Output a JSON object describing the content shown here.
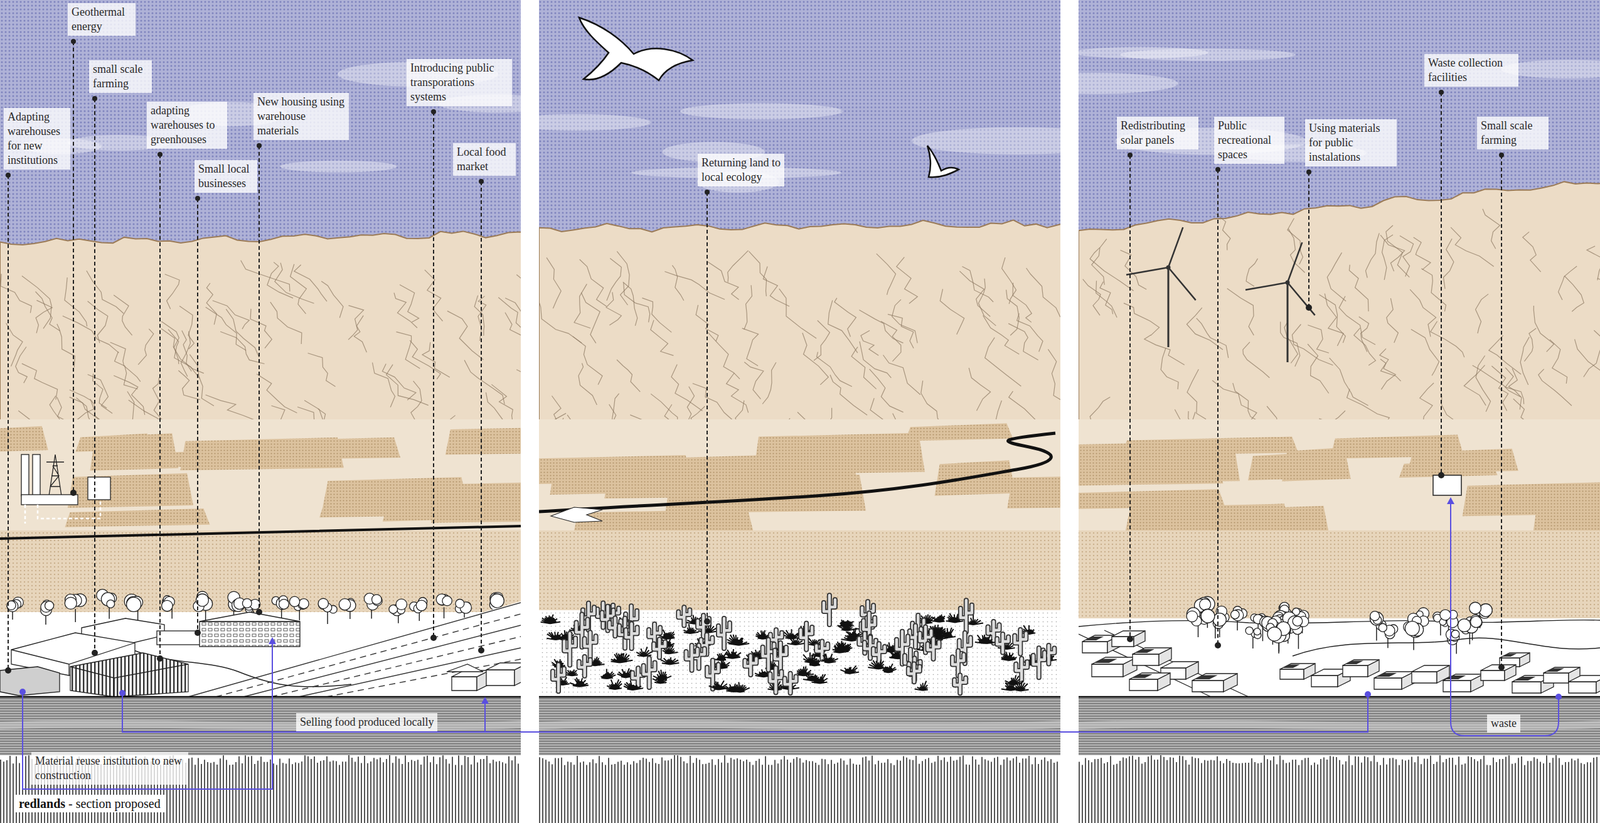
{
  "diagram": {
    "title": "redlands - section proposed",
    "labels": [
      "Adapting warehouses for new institutions",
      "Geothermal energy",
      "small scale farming",
      "adapting warehouses to greenhouses",
      "Small local businesses",
      "New housing using warehouse materials",
      "Introducing public transporations systems",
      "Local food market",
      "Returning land to local ecology",
      "Redistributing solar panels",
      "Public recreational spaces",
      "Using materials for public instalations",
      "Waste collection facilities",
      "Small scale farming",
      "Selling food produced locally",
      "Material reuse institution to new construction",
      "waste"
    ]
  }
}
